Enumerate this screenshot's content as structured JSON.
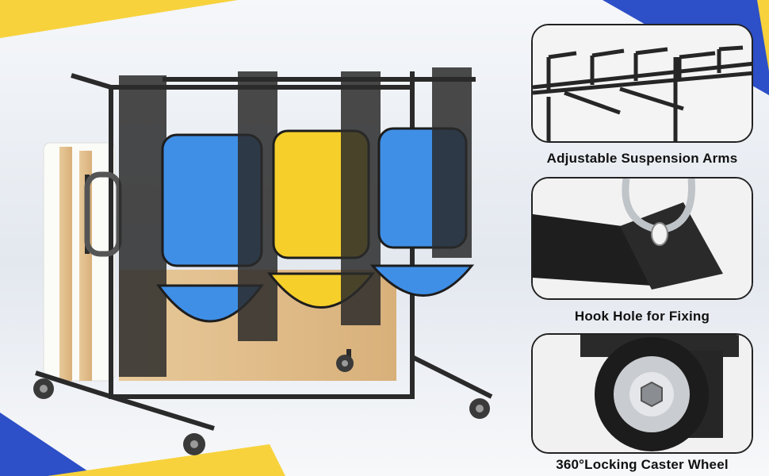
{
  "features": [
    {
      "caption": "Adjustable Suspension Arms",
      "icon": "suspension-arms-closeup"
    },
    {
      "caption": "Hook Hole for Fixing",
      "icon": "hook-hole-closeup"
    },
    {
      "caption": "360°Locking Caster Wheel",
      "icon": "caster-wheel-closeup"
    }
  ],
  "colors": {
    "accent_blue": "#2d4fc7",
    "accent_yellow": "#f7d23c",
    "chair_blue": "#3f8fe6",
    "chair_yellow": "#f6cf2a",
    "frame": "#2a2a2a"
  }
}
